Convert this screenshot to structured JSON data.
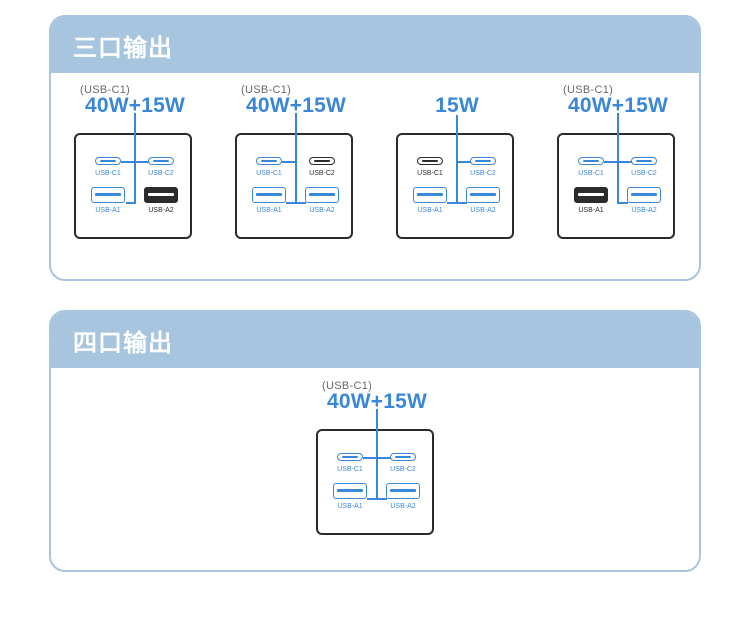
{
  "three_port": {
    "title": "三口输出",
    "configs": [
      {
        "note": "(USB-C1)",
        "power": "40W+15W",
        "labels": {
          "c1": "USB-C1",
          "c2": "USB-C2",
          "a1": "USB-A1",
          "a2": "USB-A2"
        },
        "active": {
          "c1": true,
          "c2": true,
          "a1": true,
          "a2": false
        }
      },
      {
        "note": "(USB-C1)",
        "power": "40W+15W",
        "labels": {
          "c1": "USB-C1",
          "c2": "USB-C2",
          "a1": "USB-A1",
          "a2": "USB-A2"
        },
        "active": {
          "c1": true,
          "c2": false,
          "a1": true,
          "a2": true
        }
      },
      {
        "note": "",
        "power": "15W",
        "labels": {
          "c1": "USB-C1",
          "c2": "USB-C2",
          "a1": "USB-A1",
          "a2": "USB-A2"
        },
        "active": {
          "c1": false,
          "c2": true,
          "a1": true,
          "a2": true
        }
      },
      {
        "note": "(USB-C1)",
        "power": "40W+15W",
        "labels": {
          "c1": "USB-C1",
          "c2": "USB-C2",
          "a1": "USB-A1",
          "a2": "USB-A2"
        },
        "active": {
          "c1": true,
          "c2": true,
          "a1": false,
          "a2": true
        }
      }
    ]
  },
  "four_port": {
    "title": "四口输出",
    "configs": [
      {
        "note": "(USB-C1)",
        "power": "40W+15W",
        "labels": {
          "c1": "USB-C1",
          "c2": "USB-C2",
          "a1": "USB-A1",
          "a2": "USB-A2"
        },
        "active": {
          "c1": true,
          "c2": true,
          "a1": true,
          "a2": true
        }
      }
    ]
  },
  "colors": {
    "accent": "#3a87d8",
    "header": "#a7c5df",
    "inactive": "#2b2b2b"
  }
}
